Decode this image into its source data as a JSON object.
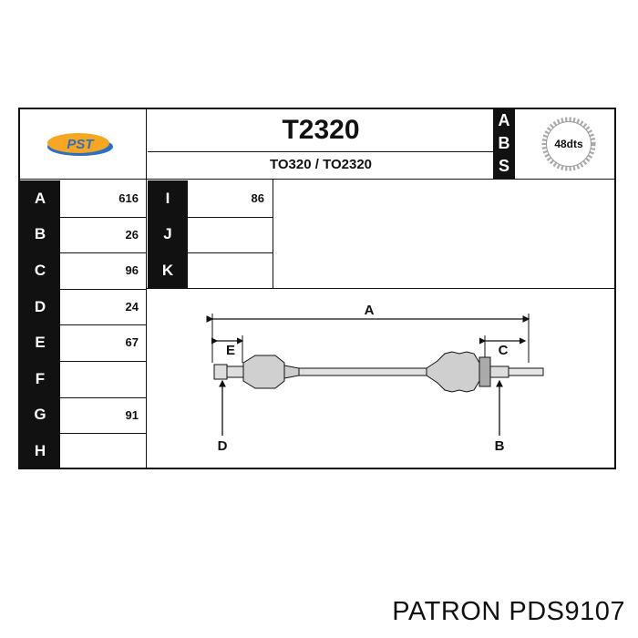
{
  "header": {
    "part_number": "T2320",
    "cross_refs": "TO320 / TO2320",
    "abs_letters": [
      "A",
      "B",
      "S"
    ],
    "teeth_label": "48dts",
    "logo_text": "PST"
  },
  "params_left": [
    {
      "letter": "A",
      "value": "616"
    },
    {
      "letter": "B",
      "value": "26"
    },
    {
      "letter": "C",
      "value": "96"
    },
    {
      "letter": "D",
      "value": "24"
    },
    {
      "letter": "E",
      "value": "67"
    },
    {
      "letter": "F",
      "value": ""
    },
    {
      "letter": "G",
      "value": "91"
    },
    {
      "letter": "H",
      "value": ""
    }
  ],
  "params_right": [
    {
      "letter": "I",
      "value": "86"
    },
    {
      "letter": "J",
      "value": ""
    },
    {
      "letter": "K",
      "value": ""
    }
  ],
  "diagram": {
    "labels": {
      "A": "A",
      "B": "B",
      "C": "C",
      "D": "D",
      "E": "E"
    }
  },
  "footer": {
    "brand": "PATRON PDS9107"
  },
  "colors": {
    "logo_orange": "#f5a623",
    "logo_blue": "#2f6fc0",
    "ink": "#111111"
  }
}
